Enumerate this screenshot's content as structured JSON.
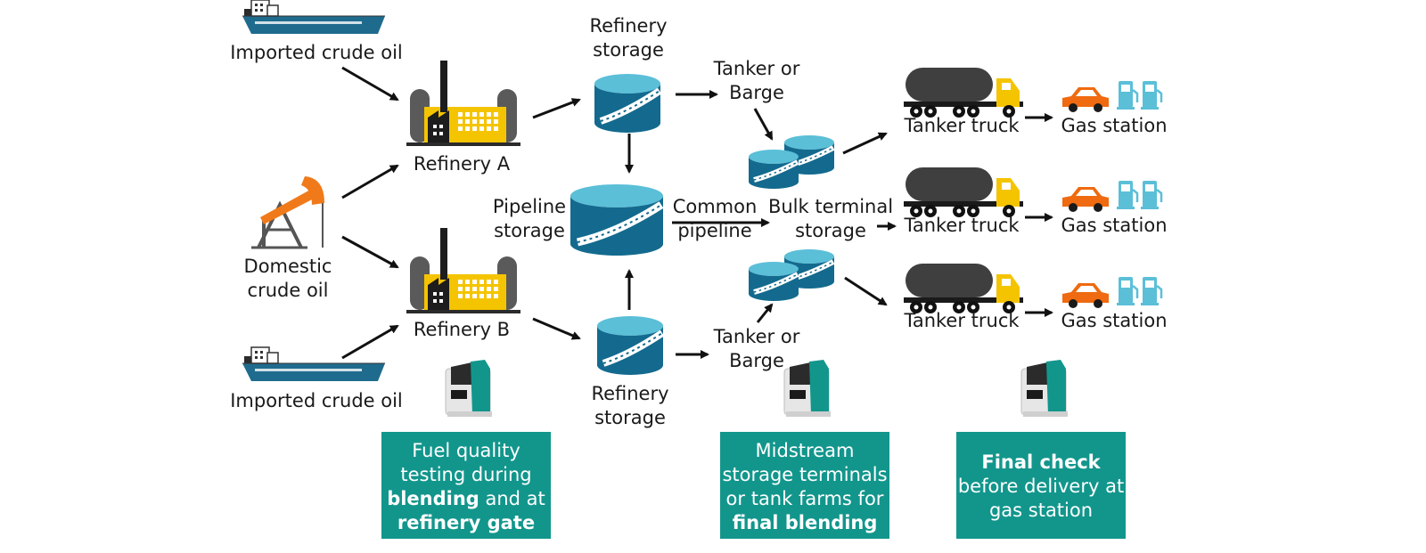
{
  "nodes": {
    "imported_top": "Imported crude oil",
    "imported_bottom": "Imported crude oil",
    "domestic": [
      "Domestic",
      "crude oil"
    ],
    "refinery_a": "Refinery A",
    "refinery_b": "Refinery B",
    "refinery_storage_top": [
      "Refinery",
      "storage"
    ],
    "refinery_storage_bottom": [
      "Refinery",
      "storage"
    ],
    "pipeline_storage": [
      "Pipeline",
      "storage"
    ],
    "common_pipeline": [
      "Common",
      "pipeline"
    ],
    "tanker_barge_top": [
      "Tanker or",
      "Barge"
    ],
    "tanker_barge_bottom": [
      "Tanker or",
      "Barge"
    ],
    "bulk_terminal": [
      "Bulk terminal",
      "storage"
    ],
    "tanker_truck": [
      "Tanker truck",
      "Tanker truck",
      "Tanker truck"
    ],
    "gas_station": [
      "Gas station",
      "Gas station",
      "Gas station"
    ]
  },
  "info_boxes": [
    {
      "lines": [
        [
          {
            "t": "Fuel quality",
            "b": false
          }
        ],
        [
          {
            "t": "testing during",
            "b": false
          }
        ],
        [
          {
            "t": "blending",
            "b": true
          },
          {
            "t": " and at",
            "b": false
          }
        ],
        [
          {
            "t": "refinery gate",
            "b": true
          }
        ]
      ]
    },
    {
      "lines": [
        [
          {
            "t": "Midstream",
            "b": false
          }
        ],
        [
          {
            "t": "storage terminals",
            "b": false
          }
        ],
        [
          {
            "t": "or tank farms for",
            "b": false
          }
        ],
        [
          {
            "t": "final blending",
            "b": true
          }
        ]
      ]
    },
    {
      "lines": [
        [
          {
            "t": "",
            "b": false
          }
        ],
        [
          {
            "t": "Final check",
            "b": true
          }
        ],
        [
          {
            "t": "before delivery at",
            "b": false
          }
        ],
        [
          {
            "t": "gas station",
            "b": false
          }
        ]
      ]
    }
  ],
  "colors": {
    "tank_top": "#5bbfd8",
    "tank_body": "#136a8e",
    "ship_hull": "#1f6b8e",
    "factory_dark": "#3a3a3a",
    "factory_yellow": "#f5c400",
    "pumpjack_orange": "#f07a1a",
    "truck_tank": "#3f3f3f",
    "truck_cab": "#f5c400",
    "car": "#ef6a10",
    "fuel_pump": "#5bbfd8",
    "instrument_green": "#12968c",
    "box_bg": "#12968c"
  }
}
